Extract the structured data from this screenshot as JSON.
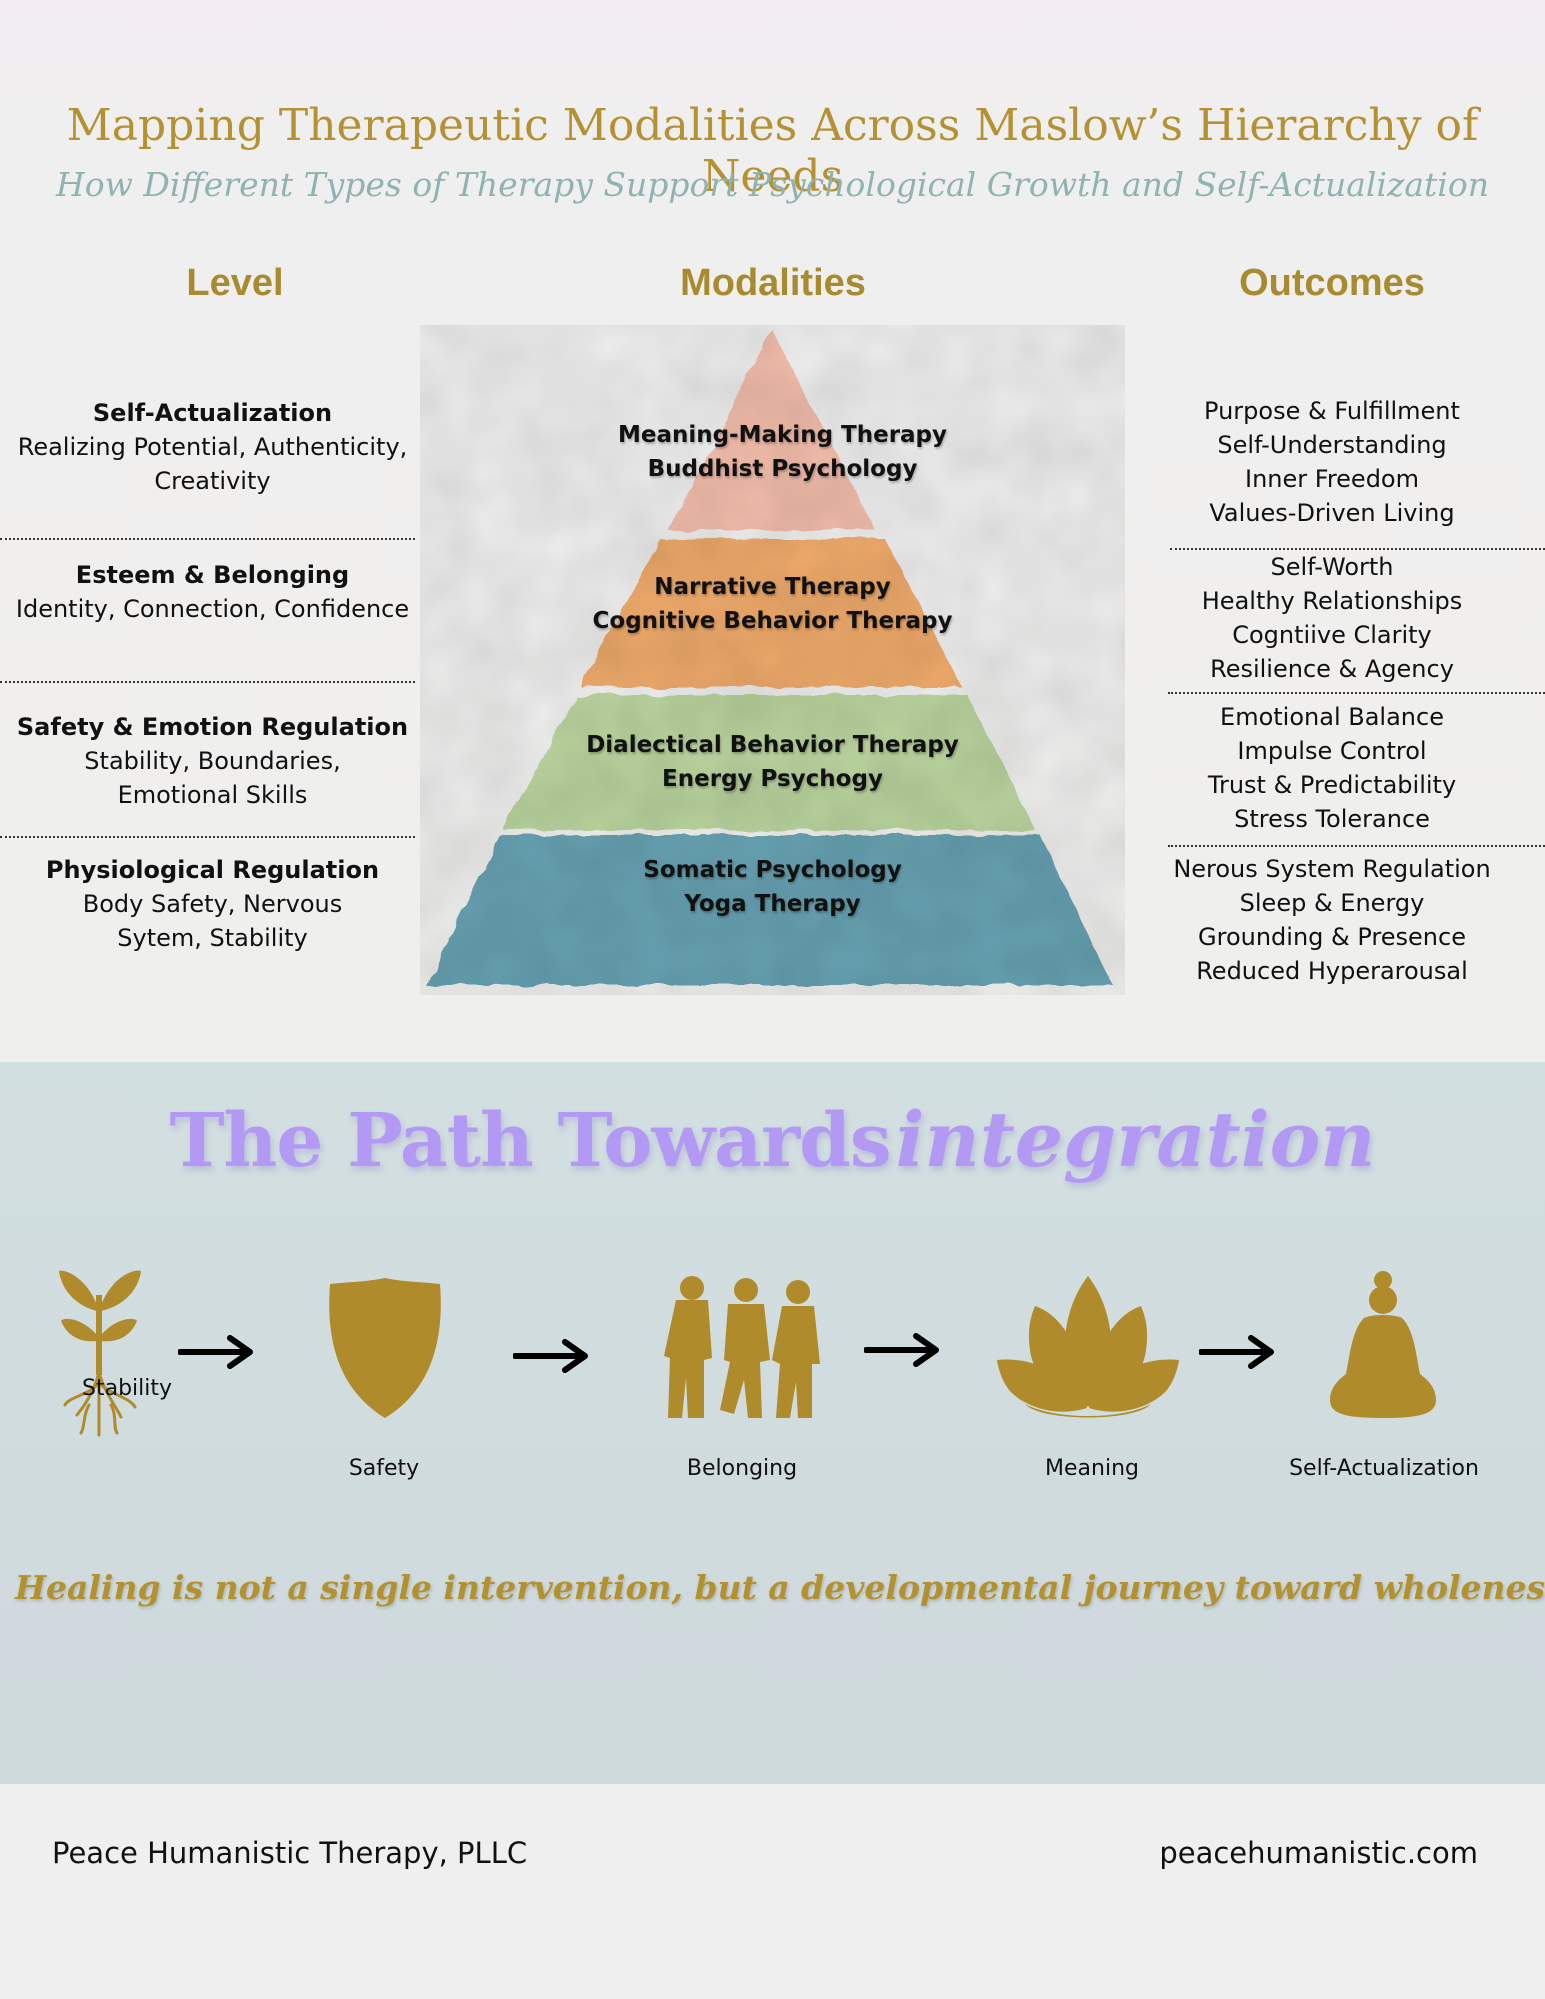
{
  "header": {
    "title": "Mapping Therapeutic Modalities Across Maslow’s Hierarchy of Needs",
    "subtitle": "How Different Types of Therapy Support Psychological Growth and Self-Actualization"
  },
  "columns": {
    "level": "Level",
    "modalities": "Modalities",
    "outcomes": "Outcomes"
  },
  "levels": [
    {
      "name": "Self-Actualization",
      "desc": "Realizing Potential, Authenticity, Creativity"
    },
    {
      "name": "Esteem & Belonging",
      "desc": "Identity, Connection, Confidence"
    },
    {
      "name": "Safety & Emotion Regulation",
      "desc": "Stability, Boundaries, Emotional Skills"
    },
    {
      "name": "Physiological Regulation",
      "desc": "Body Safety, Nervous Sytem, Stability"
    }
  ],
  "modalities": [
    {
      "lines": [
        "Meaning-Making Therapy",
        "Buddhist Psychology"
      ],
      "color": "#f4bba8"
    },
    {
      "lines": [
        "Narrative Therapy",
        "Cognitive Behavior Therapy"
      ],
      "color": "#f0a764"
    },
    {
      "lines": [
        "Dialectical Behavior Therapy",
        "Energy Psychogy"
      ],
      "color": "#b8d39a"
    },
    {
      "lines": [
        "Somatic Psychology",
        "Yoga Therapy"
      ],
      "color": "#5f9dae"
    }
  ],
  "outcomes": [
    [
      "Purpose & Fulfillment",
      "Self-Understanding",
      "Inner Freedom",
      "Values-Driven Living"
    ],
    [
      "Self-Worth",
      "Healthy Relationships",
      "Cogntiive Clarity",
      "Resilience & Agency"
    ],
    [
      "Emotional Balance",
      "Impulse Control",
      "Trust & Predictability",
      "Stress Tolerance"
    ],
    [
      "Nerous System Regulation",
      "Sleep & Energy",
      "Grounding & Presence",
      "Reduced Hyperarousal"
    ]
  ],
  "path": {
    "title_plain": "The Path Towards",
    "title_script": "integration",
    "steps": [
      {
        "label": "Stability",
        "icon": "sprout-icon"
      },
      {
        "label": "Safety",
        "icon": "shield-icon"
      },
      {
        "label": "Belonging",
        "icon": "people-icon"
      },
      {
        "label": "Meaning",
        "icon": "lotus-icon"
      },
      {
        "label": "Self-Actualization",
        "icon": "meditation-icon"
      }
    ],
    "quote": "Healing is not a single intervention, but a developmental journey toward wholeness."
  },
  "footer": {
    "company": "Peace Humanistic Therapy, PLLC",
    "website": "peacehumanistic.com"
  },
  "colors": {
    "gold": "#b08b2c",
    "lavender": "#b299f4",
    "teal_band": "#d2dfe0"
  }
}
